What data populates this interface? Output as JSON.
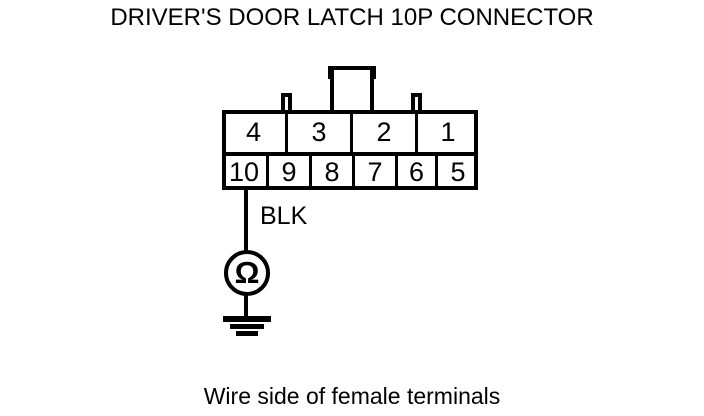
{
  "diagram": {
    "title": "DRIVER'S DOOR LATCH 10P CONNECTOR",
    "caption": "Wire side of female terminals",
    "wire_label": "BLK",
    "meter_symbol": "Ω",
    "colors": {
      "line": "#000000",
      "background": "#ffffff",
      "text": "#000000"
    },
    "connector": {
      "type": "10P",
      "rows": [
        {
          "name": "top-row",
          "terminals": [
            "4",
            "3",
            "2",
            "1"
          ]
        },
        {
          "name": "bottom-row",
          "terminals": [
            "10",
            "9",
            "8",
            "7",
            "6",
            "5"
          ]
        }
      ]
    },
    "probe": {
      "terminal": "10",
      "wire_color": "BLK",
      "instrument": "ohmmeter",
      "reference": "ground"
    }
  }
}
